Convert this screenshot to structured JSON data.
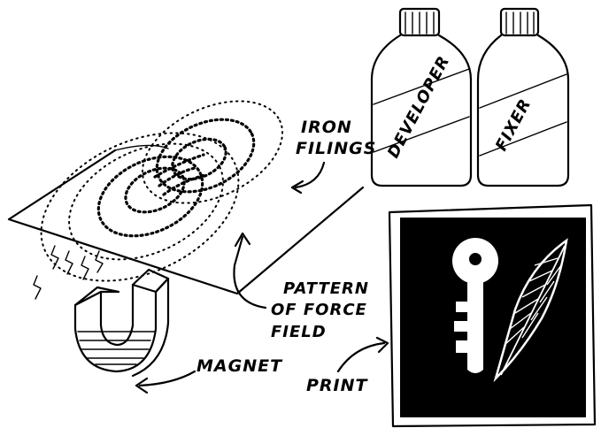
{
  "labels": {
    "iron_filings_line1": "IRON",
    "iron_filings_line2": "FILINGS",
    "pattern_line1": "PATTERN",
    "pattern_line2": "OF FORCE",
    "pattern_line3": "FIELD",
    "magnet": "MAGNET",
    "print": "PRINT"
  },
  "bottles": {
    "developer": "DEVELOPER",
    "fixer": "FIXER"
  }
}
